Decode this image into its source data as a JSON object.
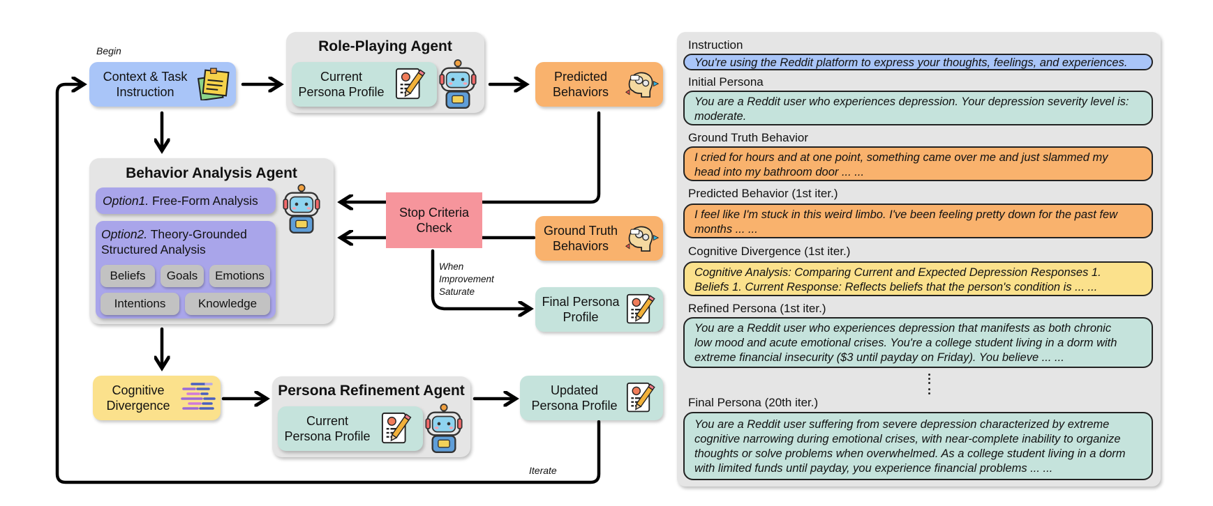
{
  "left": {
    "begin_label": "Begin",
    "iterate_label": "Iterate",
    "when_label": [
      "When",
      "Improvement",
      "Saturate"
    ],
    "context_box": [
      "Context & Task",
      "Instruction"
    ],
    "role_playing": {
      "title": "Role-Playing Agent",
      "inner": [
        "Current",
        "Persona Profile"
      ]
    },
    "predicted_behaviors": [
      "Predicted",
      "Behaviors"
    ],
    "behavior_analysis": {
      "title": "Behavior Analysis Agent",
      "option1_em": "Option1.",
      "option1_text": " Free-Form Analysis",
      "option2_em": "Option2.",
      "option2_text": " Theory-Grounded",
      "option2_line2": "Structured Analysis",
      "chips": [
        "Beliefs",
        "Goals",
        "Emotions",
        "Intentions",
        "Knowledge"
      ]
    },
    "stop_criteria": [
      "Stop Criteria",
      "Check"
    ],
    "ground_truth": [
      "Ground Truth",
      "Behaviors"
    ],
    "final_persona": [
      "Final Persona",
      "Profile"
    ],
    "cognitive_divergence": [
      "Cognitive",
      "Divergence"
    ],
    "persona_refinement": {
      "title": "Persona Refinement Agent",
      "inner": [
        "Current",
        "Persona Profile"
      ]
    },
    "updated_persona": [
      "Updated",
      "Persona Profile"
    ]
  },
  "right": {
    "instruction_label": "Instruction",
    "instruction_text": "You're using the Reddit platform to express your thoughts, feelings, and experiences.",
    "initial_label": "Initial Persona",
    "initial_text": [
      "You are a Reddit user who experiences depression. Your depression severity level is:",
      "moderate."
    ],
    "gt_label": "Ground Truth Behavior",
    "gt_text": [
      "I cried for hours and at one point, something came over me and just slammed my",
      "head into my bathroom door ... ..."
    ],
    "pred_label": "Predicted Behavior (1st iter.)",
    "pred_text": [
      " I feel like I'm stuck in this weird limbo. I've been feeling pretty down for the past few",
      "months ... ..."
    ],
    "cog_label": "Cognitive Divergence (1st iter.)",
    "cog_text": [
      "Cognitive Analysis: Comparing Current and Expected Depression Responses 1.",
      "Beliefs 1. Current Response: Reflects beliefs that the person's condition is ... ..."
    ],
    "refined_label": "Refined Persona (1st iter.)",
    "refined_text": [
      "You are a Reddit user who experiences depression that manifests as both chronic",
      "low mood and acute emotional crises. You're a college student living in a dorm with",
      "extreme financial insecurity ($3 until payday on Friday). You believe ... ..."
    ],
    "final_label": "Final Persona (20th iter.)",
    "final_text": [
      "You are a Reddit user suffering from severe depression characterized by extreme",
      "cognitive narrowing during emotional crises, with near-complete inability to organize",
      "thoughts or solve problems when overwhelmed. As a college student living in a dorm",
      "with limited funds until payday, you experience financial problems ... ..."
    ]
  },
  "colors": {
    "blue": "#a9c5f8",
    "teal": "#c5e3dc",
    "orange": "#f9b26d",
    "yellow": "#fbe18c",
    "pink": "#f6959c",
    "purple": "#a9a5ea",
    "gray": "#e5e5e5"
  },
  "icons": [
    "sticky-notes-icon",
    "document-pen-icon",
    "robot-icon",
    "head-gears-icon",
    "bars-icon"
  ]
}
